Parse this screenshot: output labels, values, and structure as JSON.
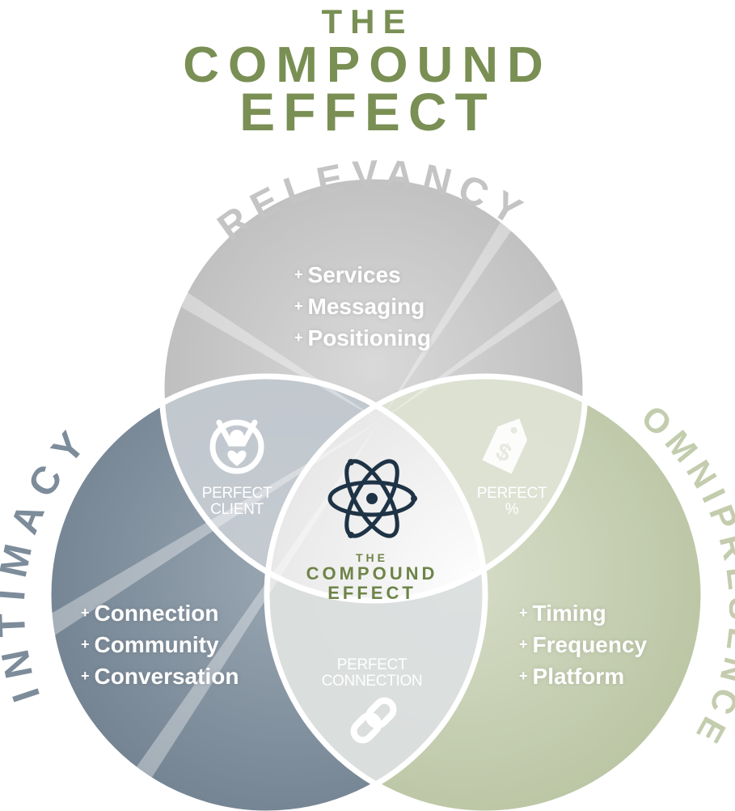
{
  "title": {
    "line1": "THE",
    "line2": "COMPOUND",
    "line3": "EFFECT"
  },
  "circles": {
    "relevancy": {
      "label": "RELEVANCY",
      "items": [
        "Services",
        "Messaging",
        "Positioning"
      ]
    },
    "intimacy": {
      "label": "INTIMACY",
      "items": [
        "Connection",
        "Community",
        "Conversation"
      ]
    },
    "omnipresence": {
      "label": "OMNIPRESENCE",
      "items": [
        "Timing",
        "Frequency",
        "Platform"
      ]
    }
  },
  "overlaps": {
    "client": {
      "line1": "PERFECT",
      "line2": "CLIENT",
      "icon": "person-heart-icon"
    },
    "percent": {
      "line1": "PERFECT",
      "line2": "%",
      "icon": "price-tag-icon"
    },
    "connection": {
      "line1": "PERFECT",
      "line2": "CONNECTION",
      "icon": "link-icon"
    }
  },
  "center": {
    "line1": "THE",
    "line2": "COMPOUND",
    "line3": "EFFECT",
    "icon": "atom-icon"
  },
  "colors": {
    "title_green": "#7a8f54",
    "center_green": "#6e8448",
    "relevancy_fill": "#bdbdbd",
    "intimacy_fill": "#7d8c9a",
    "omnipresence_fill": "#c3cdae",
    "atom_navy": "#1f3346",
    "ring_label_gray": "#c4c4c4"
  }
}
